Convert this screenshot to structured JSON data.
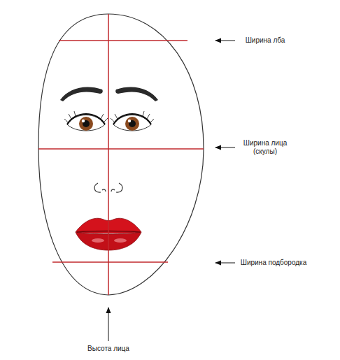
{
  "diagram": {
    "labels": [
      "Ширина лба",
      "Ширина лица (скулы)",
      "Ширина подбородка",
      "Высота лица"
    ]
  }
}
